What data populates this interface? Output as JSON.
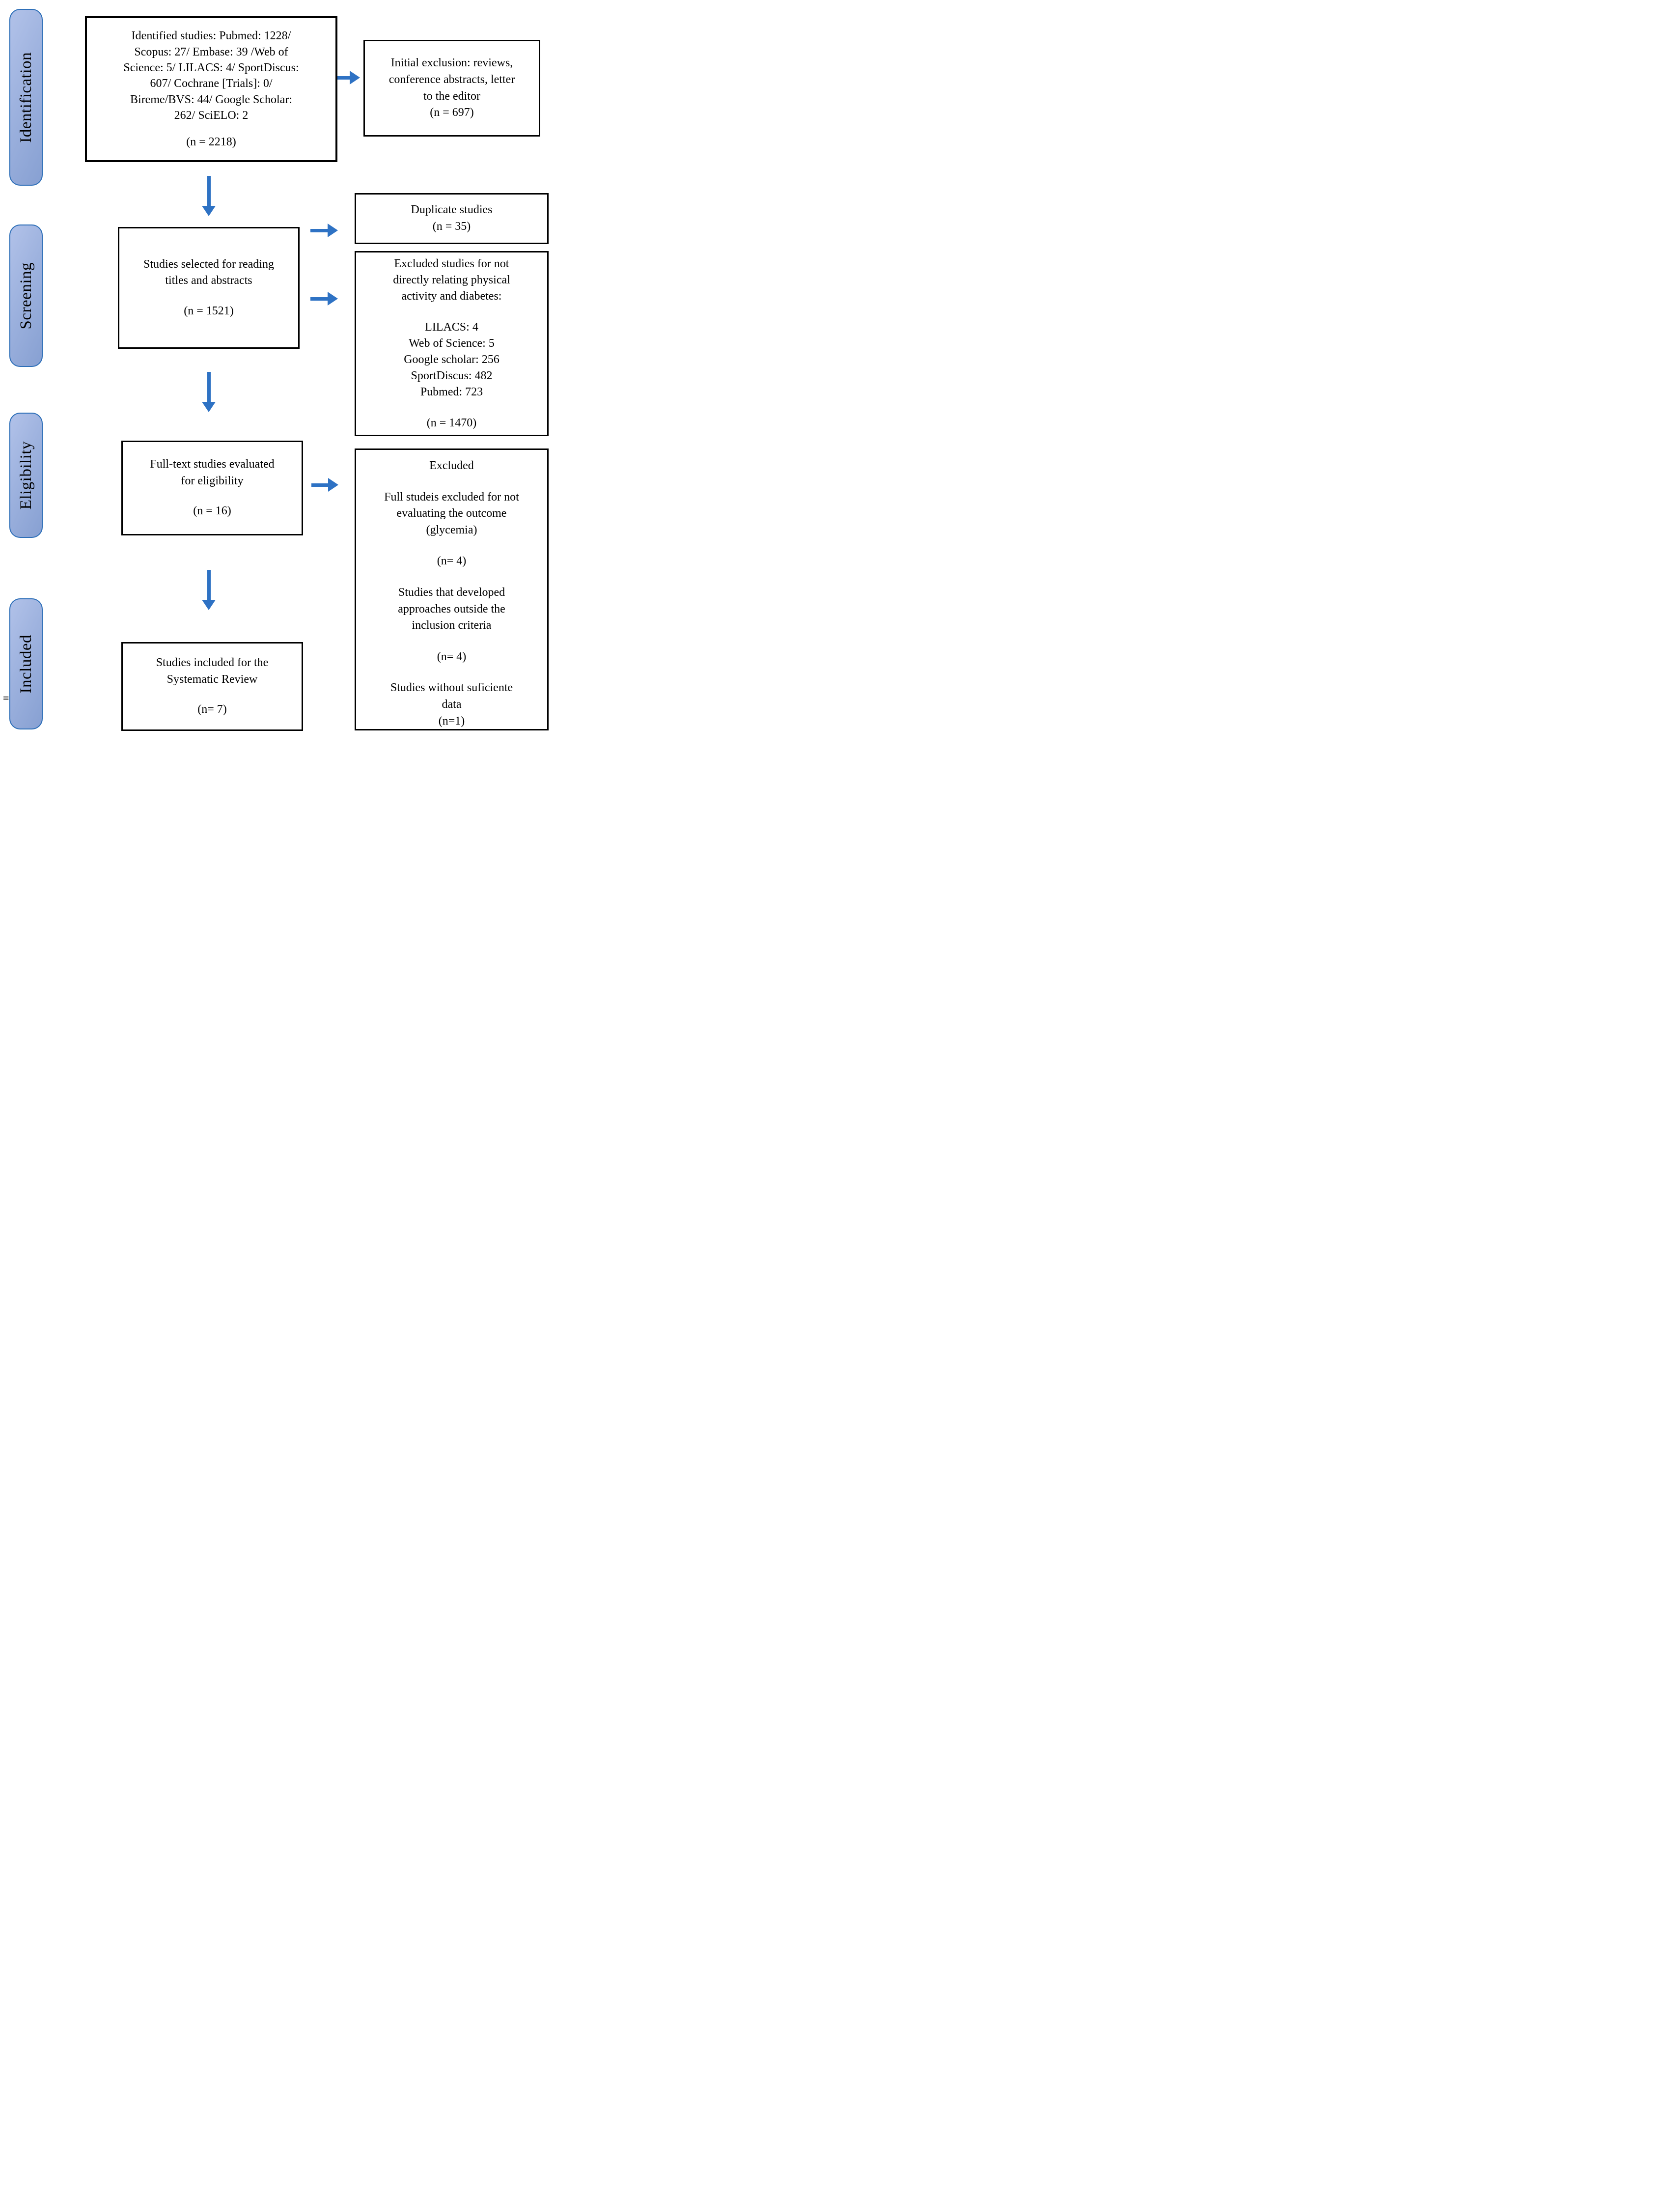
{
  "diagram": {
    "stages": [
      {
        "label": "Identification"
      },
      {
        "label": "Screening"
      },
      {
        "label": "Eligibility"
      },
      {
        "label": "Included"
      }
    ],
    "boxes": {
      "identified": {
        "body": "Identified studies: Pubmed: 1228/\nScopus: 27/ Embase: 39 /Web of\nScience: 5/ LILACS: 4/ SportDiscus:\n607/ Cochrane [Trials]: 0/\nBireme/BVS: 44/ Google Scholar:\n262/ SciELO: 2",
        "count": "(n = 2218)"
      },
      "initial_exclusion": {
        "body": "Initial exclusion: reviews,\nconference abstracts, letter\nto the editor",
        "count": "(n = 697)"
      },
      "titles_abstracts": {
        "body": "Studies selected for reading\ntitles and abstracts",
        "count": "(n = 1521)"
      },
      "duplicates": {
        "body": "Duplicate studies",
        "count": "(n = 35)"
      },
      "not_related": {
        "body": "Excluded studies for not\ndirectly relating physical\nactivity and diabetes:",
        "list": "LILACS: 4\nWeb of Science: 5\nGoogle scholar: 256\nSportDiscus: 482\nPubmed: 723",
        "count": "(n = 1470)"
      },
      "full_text": {
        "body": "Full-text studies evaluated\nfor eligibility",
        "count": "(n = 16)"
      },
      "excluded_full": {
        "title": "Excluded",
        "p1": "Full studeis excluded for not\nevaluating the outcome\n(glycemia)",
        "count1": "(n= 4)",
        "p2": "Studies that developed\napproaches outside the\ninclusion criteria",
        "count2": "(n= 4)",
        "p3": "Studies without suficiente\ndata",
        "count3": "(n=1)"
      },
      "included": {
        "body": "Studies included for the\nSystematic Review",
        "count": "(n= 7)"
      }
    },
    "artifact": "=",
    "colors": {
      "arrow_blue": "#2E72C4",
      "stage_border": "#2E6FB8",
      "stage_fill_light": "#AEBFE7",
      "stage_fill_dark": "#87A0D2",
      "box_border": "#000000"
    }
  }
}
